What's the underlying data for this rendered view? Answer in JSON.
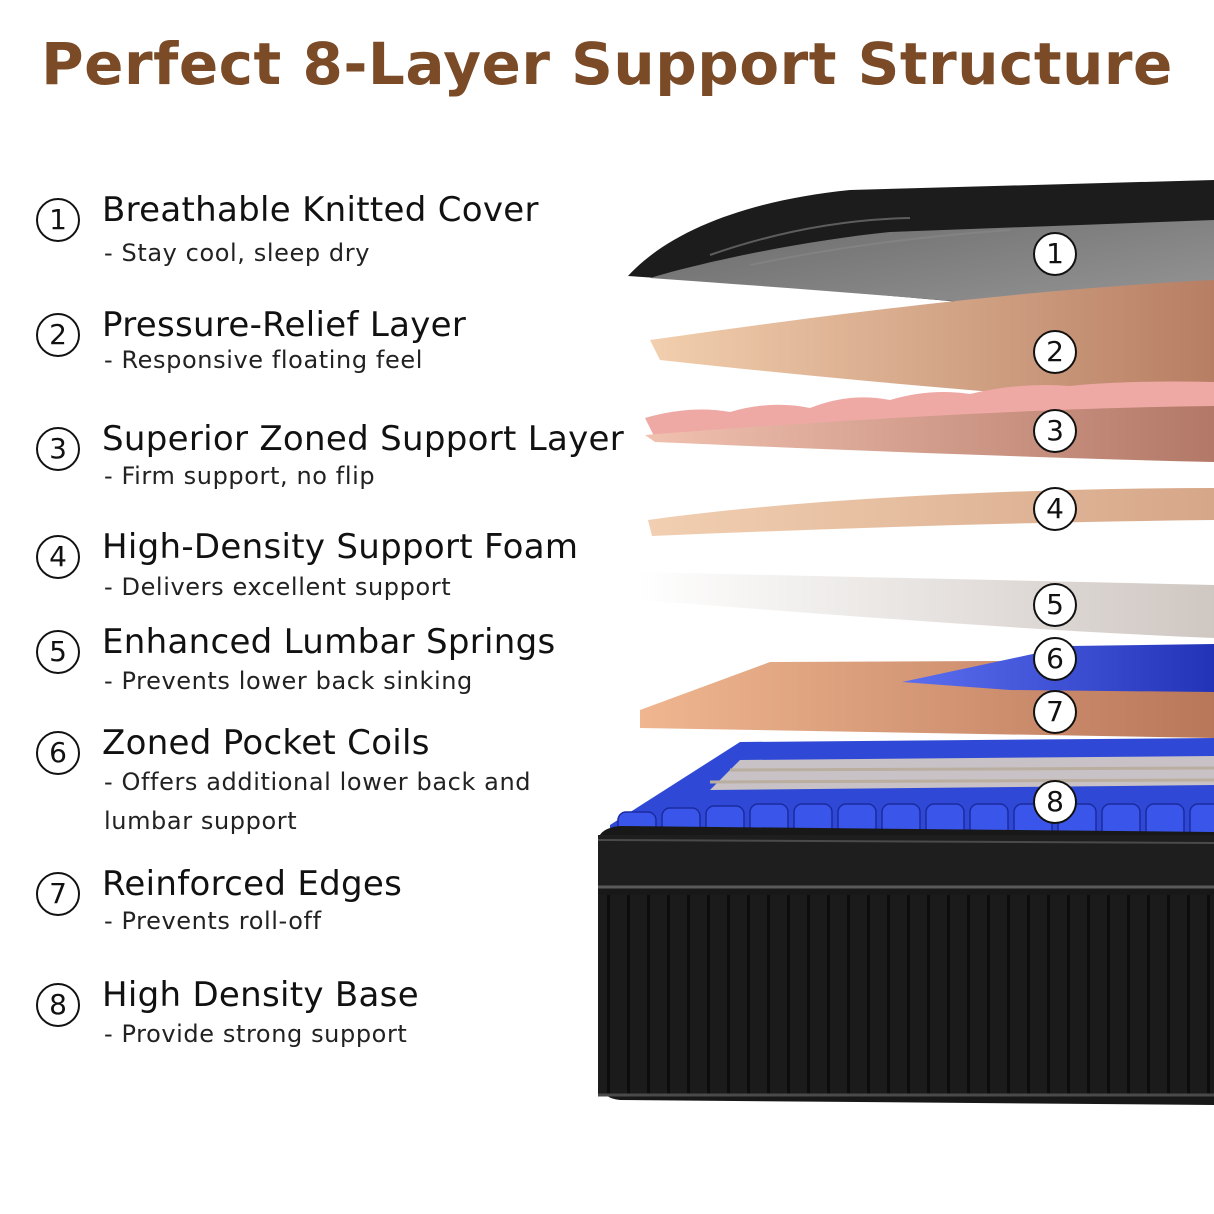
{
  "title": "Perfect 8-Layer Support Structure",
  "layers": [
    {
      "num": "1",
      "name": "Breathable Knitted Cover",
      "desc": "- Stay cool, sleep dry"
    },
    {
      "num": "2",
      "name": "Pressure-Relief Layer",
      "desc": "- Responsive floating feel"
    },
    {
      "num": "3",
      "name": "Superior Zoned Support Layer",
      "desc": "- Firm support, no flip"
    },
    {
      "num": "4",
      "name": "High-Density Support Foam",
      "desc": "- Delivers excellent support"
    },
    {
      "num": "5",
      "name": "Enhanced Lumbar Springs",
      "desc": "- Prevents lower back sinking"
    },
    {
      "num": "6",
      "name": "Zoned Pocket Coils",
      "desc": "- Offers additional lower back and lumbar support"
    },
    {
      "num": "7",
      "name": "Reinforced Edges",
      "desc": "- Prevents roll-off"
    },
    {
      "num": "8",
      "name": "High Density Base",
      "desc": "- Provide strong support"
    }
  ],
  "colors": {
    "title": "#7b4a26",
    "cover_dark": "#1c1c1c",
    "cover_grey": "#7e7e7e",
    "foam_peach": "#e7b894",
    "foam_pink": "#efa9a5",
    "foam_tan": "#eec6a6",
    "foam_white": "#f3f1ef",
    "lumbar_blue": "#3b4fd8",
    "edge_orange": "#e0a07a",
    "coil_blue": "#2f49d6",
    "base_black": "#181818"
  }
}
